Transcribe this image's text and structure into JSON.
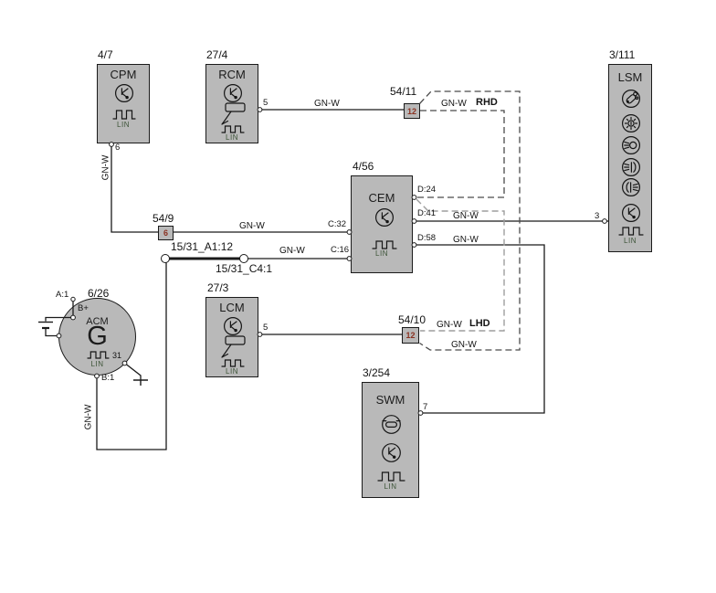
{
  "diagram": {
    "components": {
      "cpm": {
        "ref": "4/7",
        "title": "CPM",
        "bus": "LIN",
        "pins": {
          "p6": "6"
        }
      },
      "rcm": {
        "ref": "27/4",
        "title": "RCM",
        "bus": "LIN",
        "pins": {
          "p5": "5"
        }
      },
      "lsm": {
        "ref": "3/111",
        "title": "LSM",
        "bus": "LIN",
        "pins": {
          "p3": "3"
        }
      },
      "cem": {
        "ref": "4/56",
        "title": "CEM",
        "bus": "LIN",
        "pins": {
          "c32": "C:32",
          "c16": "C:16",
          "d24": "D:24",
          "d41": "D:41",
          "d58": "D:58"
        }
      },
      "lcm": {
        "ref": "27/3",
        "title": "LCM",
        "bus": "LIN",
        "pins": {
          "p5": "5"
        }
      },
      "swm": {
        "ref": "3/254",
        "title": "SWM",
        "bus": "LIN",
        "pins": {
          "p7": "7"
        }
      },
      "acm": {
        "ref": "6/26",
        "title": "ACM",
        "symbol": "G",
        "bus": "LIN",
        "pins": {
          "a1": "A:1",
          "bplus": "B+",
          "b1": "B:1",
          "p31": "31"
        }
      }
    },
    "connectors": {
      "c54_9": {
        "ref": "54/9",
        "pin": "6"
      },
      "c54_11": {
        "ref": "54/11",
        "pin": "12"
      },
      "c54_10": {
        "ref": "54/10",
        "pin": "12"
      }
    },
    "splices": {
      "a": "15/31_A1:12",
      "b": "15/31_C4:1"
    },
    "wires": {
      "cpm_down": "GN-W",
      "c54_9_to_cem": "GN-W",
      "rcm_to_54_11": "GN-W",
      "rhd_wire": "GN-W",
      "rhd_variant": "RHD",
      "lhd_wire": "GN-W",
      "lhd_variant": "LHD",
      "outer_wire": "GN-W",
      "cem_to_lsm": "GN-W",
      "cem_to_swm": "GN-W",
      "splice_to_cem": "GN-W",
      "acm_up": "GN-W"
    },
    "colors": {
      "box_fill": "#b9b9b9",
      "line": "#1a1a1a",
      "dashed_dark": "#4a4a4a",
      "dashed_light": "#9e9e9e",
      "pin_number": "#8b3222",
      "lin_text": "#3d5438"
    }
  }
}
